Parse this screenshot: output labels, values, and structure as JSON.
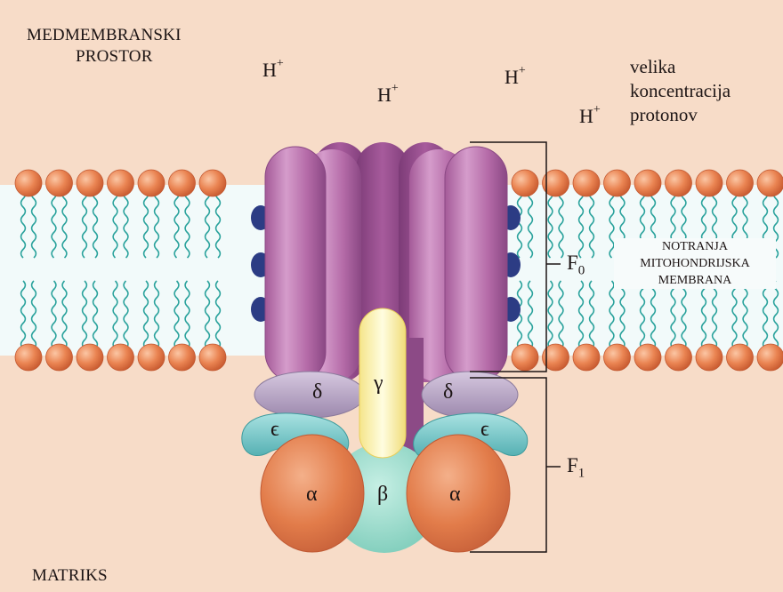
{
  "labels": {
    "intermembrane_space": [
      "MEDMEMBRANSKI",
      "PROSTOR"
    ],
    "matrix": "MATRIKS",
    "proton": {
      "symbol": "H",
      "charge": "+"
    },
    "high_concentration": [
      "velika",
      "koncentracija",
      "protonov"
    ],
    "inner_membrane": [
      "NOTRANJA",
      "MITOHONDRIJSKA",
      "MEMBRANA"
    ],
    "f0": {
      "letter": "F",
      "subscript": "0"
    },
    "f1": {
      "letter": "F",
      "subscript": "1"
    }
  },
  "subunits": {
    "gamma": "γ",
    "delta_left": "δ",
    "delta_right": "δ",
    "epsilon_left": "ϵ",
    "epsilon_right": "ϵ",
    "alpha_left": "α",
    "alpha_right": "α",
    "beta": "β"
  },
  "colors": {
    "background": "#f7dcc8",
    "membrane_interior": "#f2fafa",
    "lipid_head": "#e9824f",
    "lipid_tail": "#2aa29c",
    "f0_purple": "#b46aa7",
    "f0_purple_dark": "#8f4c88",
    "delta": "#b9a8c6",
    "epsilon": "#7cc6c6",
    "alpha": "#e58452",
    "beta": "#92d8c8",
    "gamma": "#fffac0",
    "bolt": "#2c3c84"
  }
}
